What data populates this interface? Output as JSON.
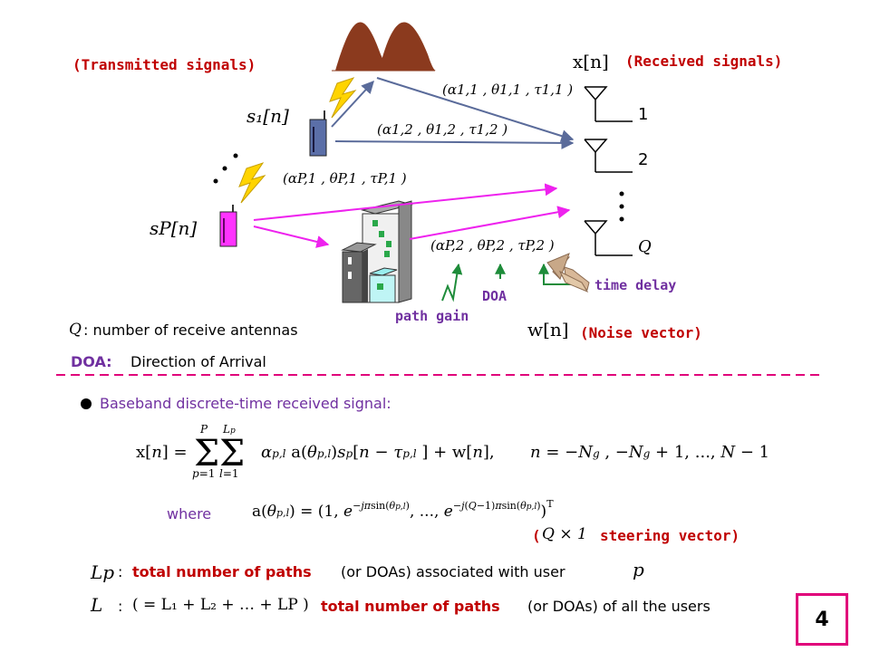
{
  "labels": {
    "transmitted": "(Transmitted signals)",
    "received": "(Received signals)",
    "noise_vector": "(Noise vector)",
    "time_delay": "time delay",
    "doa": "DOA",
    "path_gain": "path gain",
    "antenna_1": "1",
    "antenna_2": "2",
    "antenna_q": "Q",
    "x_n": "x[n]",
    "w_n": "w[n]",
    "s1_n": "s₁[n]",
    "sP_n": "sP[n]",
    "tuple_11": "(α1,1 , θ1,1 , τ1,1 )",
    "tuple_12": "(α1,2 , θ1,2 , τ1,2 )",
    "tuple_P1": "(αP,1 , θP,1 , τP,1 )",
    "tuple_P2": "(αP,2 , θP,2 , τP,2 )"
  },
  "definitions": {
    "q_symbol": "Q",
    "q_text": ": number of receive antennas",
    "doa_term": "DOA:",
    "doa_text": "Direction of Arrival"
  },
  "section": {
    "bullet_text": "Baseband discrete-time received signal:",
    "where": "where",
    "steering_open": "(",
    "steering_dim": "Q × 1",
    "steering_text": "steering vector)"
  },
  "bottom": {
    "lp_symbol": "Lp",
    "lp_colon": ":",
    "lp_red": "total number of paths",
    "lp_rest": "(or DOAs) associated with user",
    "lp_user": "p",
    "l_symbol": "L",
    "l_colon": ":",
    "l_paren": "( = L₁ + L₂ + … + LP )",
    "l_red": "total number of paths",
    "l_rest": "(or DOAs) of all the users"
  },
  "page_number": "4",
  "colors": {
    "red": "#c00000",
    "purple": "#7030a0",
    "magenta": "#ee22ee",
    "slate": "#5a6b9a",
    "green": "#1e8c3a",
    "pulse": "#8b3a1e",
    "page_border": "#e0007a"
  }
}
